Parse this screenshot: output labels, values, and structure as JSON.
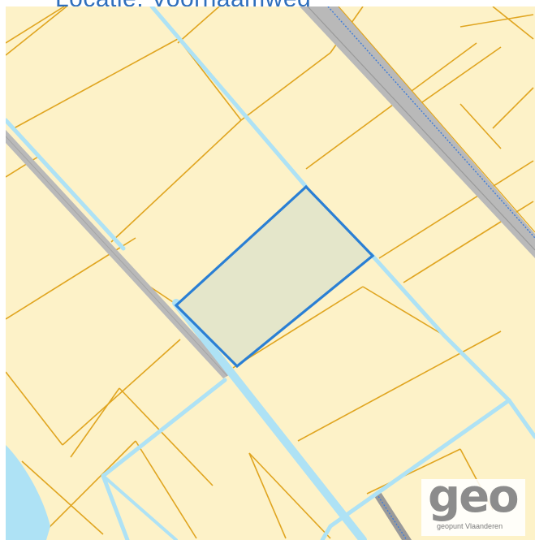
{
  "header": {
    "title": "Locatie: Voornaamweg"
  },
  "map": {
    "colors": {
      "parcel_fill": "#fdf2c8",
      "parcel_line": "#e0a520",
      "water": "#aee2f5",
      "rail": "#b9b9b9",
      "rail_dash": "#3d7cd9",
      "highlight_fill": "#e4e6ca",
      "highlight_stroke": "#2a7fd4"
    }
  },
  "logo": {
    "word": "geo",
    "subtitle": "geopunt Vlaanderen"
  }
}
